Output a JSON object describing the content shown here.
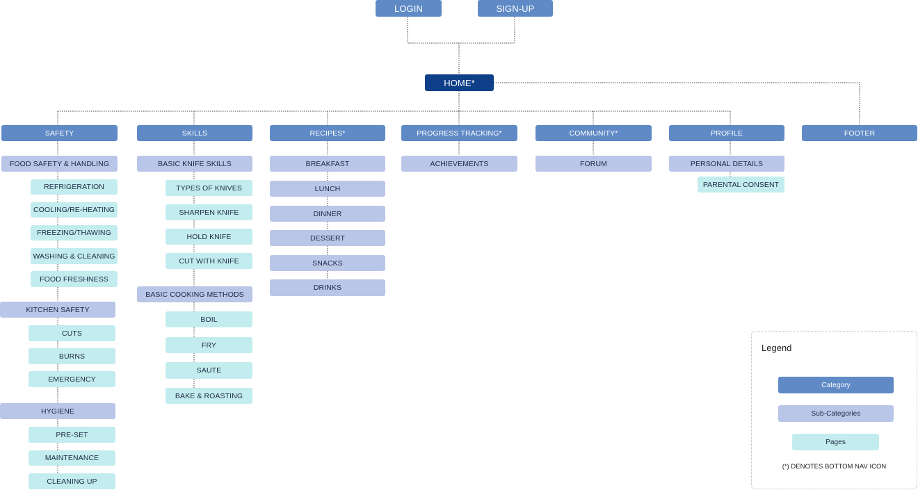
{
  "top": {
    "login": "LOGIN",
    "signup": "SIGN-UP",
    "home": "HOME*"
  },
  "categories": {
    "safety": "SAFETY",
    "skills": "SKILLS",
    "recipes": "RECIPES*",
    "progress": "PROGRESS TRACKING*",
    "community": "COMMUNITY*",
    "profile": "PROFILE",
    "footer": "FOOTER"
  },
  "safety": {
    "food_safety": "FOOD SAFETY & HANDLING",
    "food_safety_pages": [
      "REFRIGERATION",
      "COOLING/RE-HEATING",
      "FREEZING/THAWING",
      "WASHING & CLEANING",
      "FOOD FRESHNESS"
    ],
    "kitchen_safety": "KITCHEN SAFETY",
    "kitchen_safety_pages": [
      "CUTS",
      "BURNS",
      "EMERGENCY"
    ],
    "hygiene": "HYGIENE",
    "hygiene_pages": [
      "PRE-SET",
      "MAINTENANCE",
      "CLEANING UP"
    ]
  },
  "skills": {
    "knife": "BASIC KNIFE SKILLS",
    "knife_pages": [
      "TYPES OF KNIVES",
      "SHARPEN KNIFE",
      "HOLD KNIFE",
      "CUT WITH KNIFE"
    ],
    "cooking": "BASIC COOKING  METHODS",
    "cooking_pages": [
      "BOIL",
      "FRY",
      "SAUTE",
      "BAKE & ROASTING"
    ]
  },
  "recipes": {
    "items": [
      "BREAKFAST",
      "LUNCH",
      "DINNER",
      "DESSERT",
      "SNACKS",
      "DRINKS"
    ]
  },
  "progress": {
    "achievements": "ACHIEVEMENTS"
  },
  "community": {
    "forum": "FORUM"
  },
  "profile": {
    "personal": "PERSONAL DETAILS",
    "parental": "PARENTAL CONSENT"
  },
  "legend": {
    "title": "Legend",
    "category": "Category",
    "subcategories": "Sub-Categories",
    "pages": "Pages",
    "note": "(*) DENOTES BOTTOM NAV ICON"
  },
  "colors": {
    "category": "#5f8ac6",
    "home": "#0f3f88",
    "subcategory": "#bac6e7",
    "page": "#c3ecee",
    "line": "#444444"
  }
}
